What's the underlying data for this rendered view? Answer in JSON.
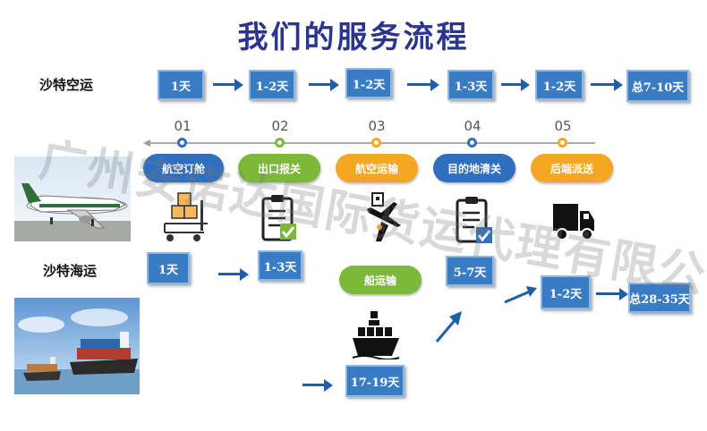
{
  "title": "我们的服务流程",
  "air": {
    "label": "沙特空运",
    "durations": [
      "1天",
      "1-2天",
      "1-2天",
      "1-3天",
      "1-2天"
    ],
    "total": "总7-10天"
  },
  "steps": [
    {
      "num": "01",
      "label": "航空订舱",
      "color": "#2e6fc0",
      "icon": "warehouse-cart-icon"
    },
    {
      "num": "02",
      "label": "出口报关",
      "color": "#7cb83a",
      "icon": "clipboard-icon"
    },
    {
      "num": "03",
      "label": "航空运输",
      "color": "#f5a623",
      "icon": "airplane-icon"
    },
    {
      "num": "04",
      "label": "目的地清关",
      "color": "#2e6fc0",
      "icon": "checklist-icon"
    },
    {
      "num": "05",
      "label": "后端派送",
      "color": "#f5a623",
      "icon": "truck-icon"
    }
  ],
  "sea": {
    "label": "沙特海运",
    "durations": [
      "1天",
      "1-3天",
      "17-19天",
      "5-7天",
      "1-2天"
    ],
    "ship_label": "船运输",
    "ship_label_color": "#7cb83a",
    "total": "总28-35天"
  },
  "watermark": "广州安诺达国际货运代理有限公司",
  "colors": {
    "title": "#2b3590",
    "box": "#3a7cc4",
    "arrow": "#1f5fa8"
  }
}
